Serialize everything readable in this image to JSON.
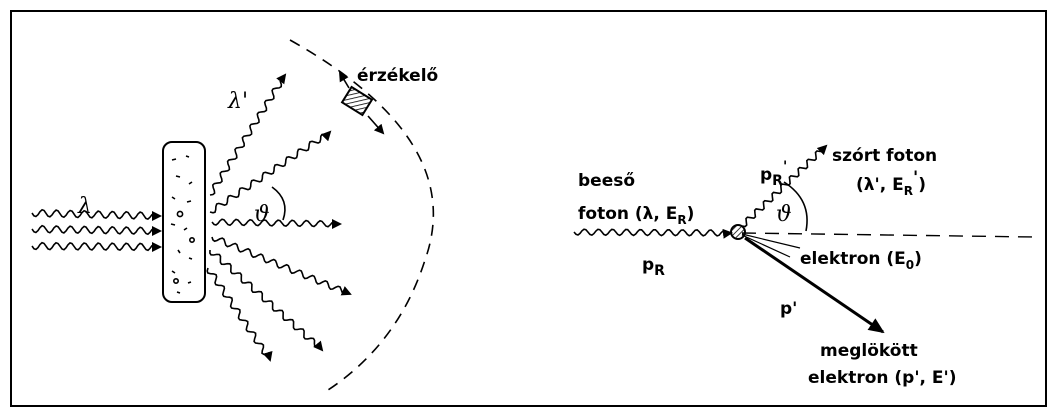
{
  "left_diagram": {
    "incident_wavelength": "λ",
    "scattered_wavelength": "λ'",
    "angle": "ϑ",
    "detector_label": "érzékelő"
  },
  "right_diagram": {
    "incident_label_line1": "beeső",
    "incident_label_line2": "foton (λ, E",
    "incident_label_line2_sub": "R",
    "incident_label_line2_end": ")",
    "incident_momentum": "p",
    "incident_momentum_sub": "R",
    "scattered_label_line1": "szórt foton",
    "scattered_label_line2": "(λ', E",
    "scattered_label_line2_sub": "R",
    "scattered_label_line2_prime": "'",
    "scattered_label_line2_end": ")",
    "scattered_momentum": "p",
    "scattered_momentum_sub": "R",
    "scattered_momentum_prime": "'",
    "angle": "ϑ",
    "electron_label": "elektron (E",
    "electron_label_sub": "0",
    "electron_label_end": ")",
    "recoil_momentum": "p'",
    "recoil_label_line1": "meglökött",
    "recoil_label_line2": "elektron (p', E')"
  }
}
